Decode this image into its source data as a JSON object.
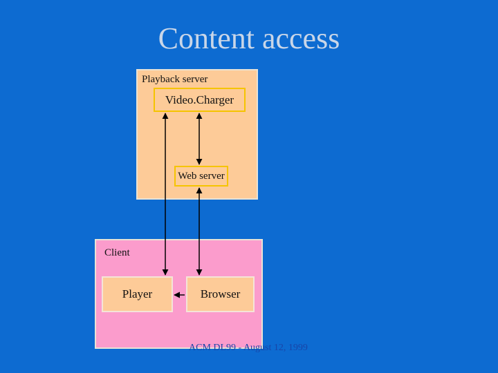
{
  "title": "Content access",
  "playback_server": {
    "label": "Playback server",
    "videocharger": "Video.Charger",
    "web_server": "Web server"
  },
  "client": {
    "label": "Client",
    "player": "Player",
    "browser": "Browser"
  },
  "footer": "ACM DL99 - August 12, 1999",
  "colors": {
    "background": "#0d6bd1",
    "server_box": "#fdcb98",
    "client_box": "#fb9ccc",
    "component_border": "#f5c400"
  }
}
